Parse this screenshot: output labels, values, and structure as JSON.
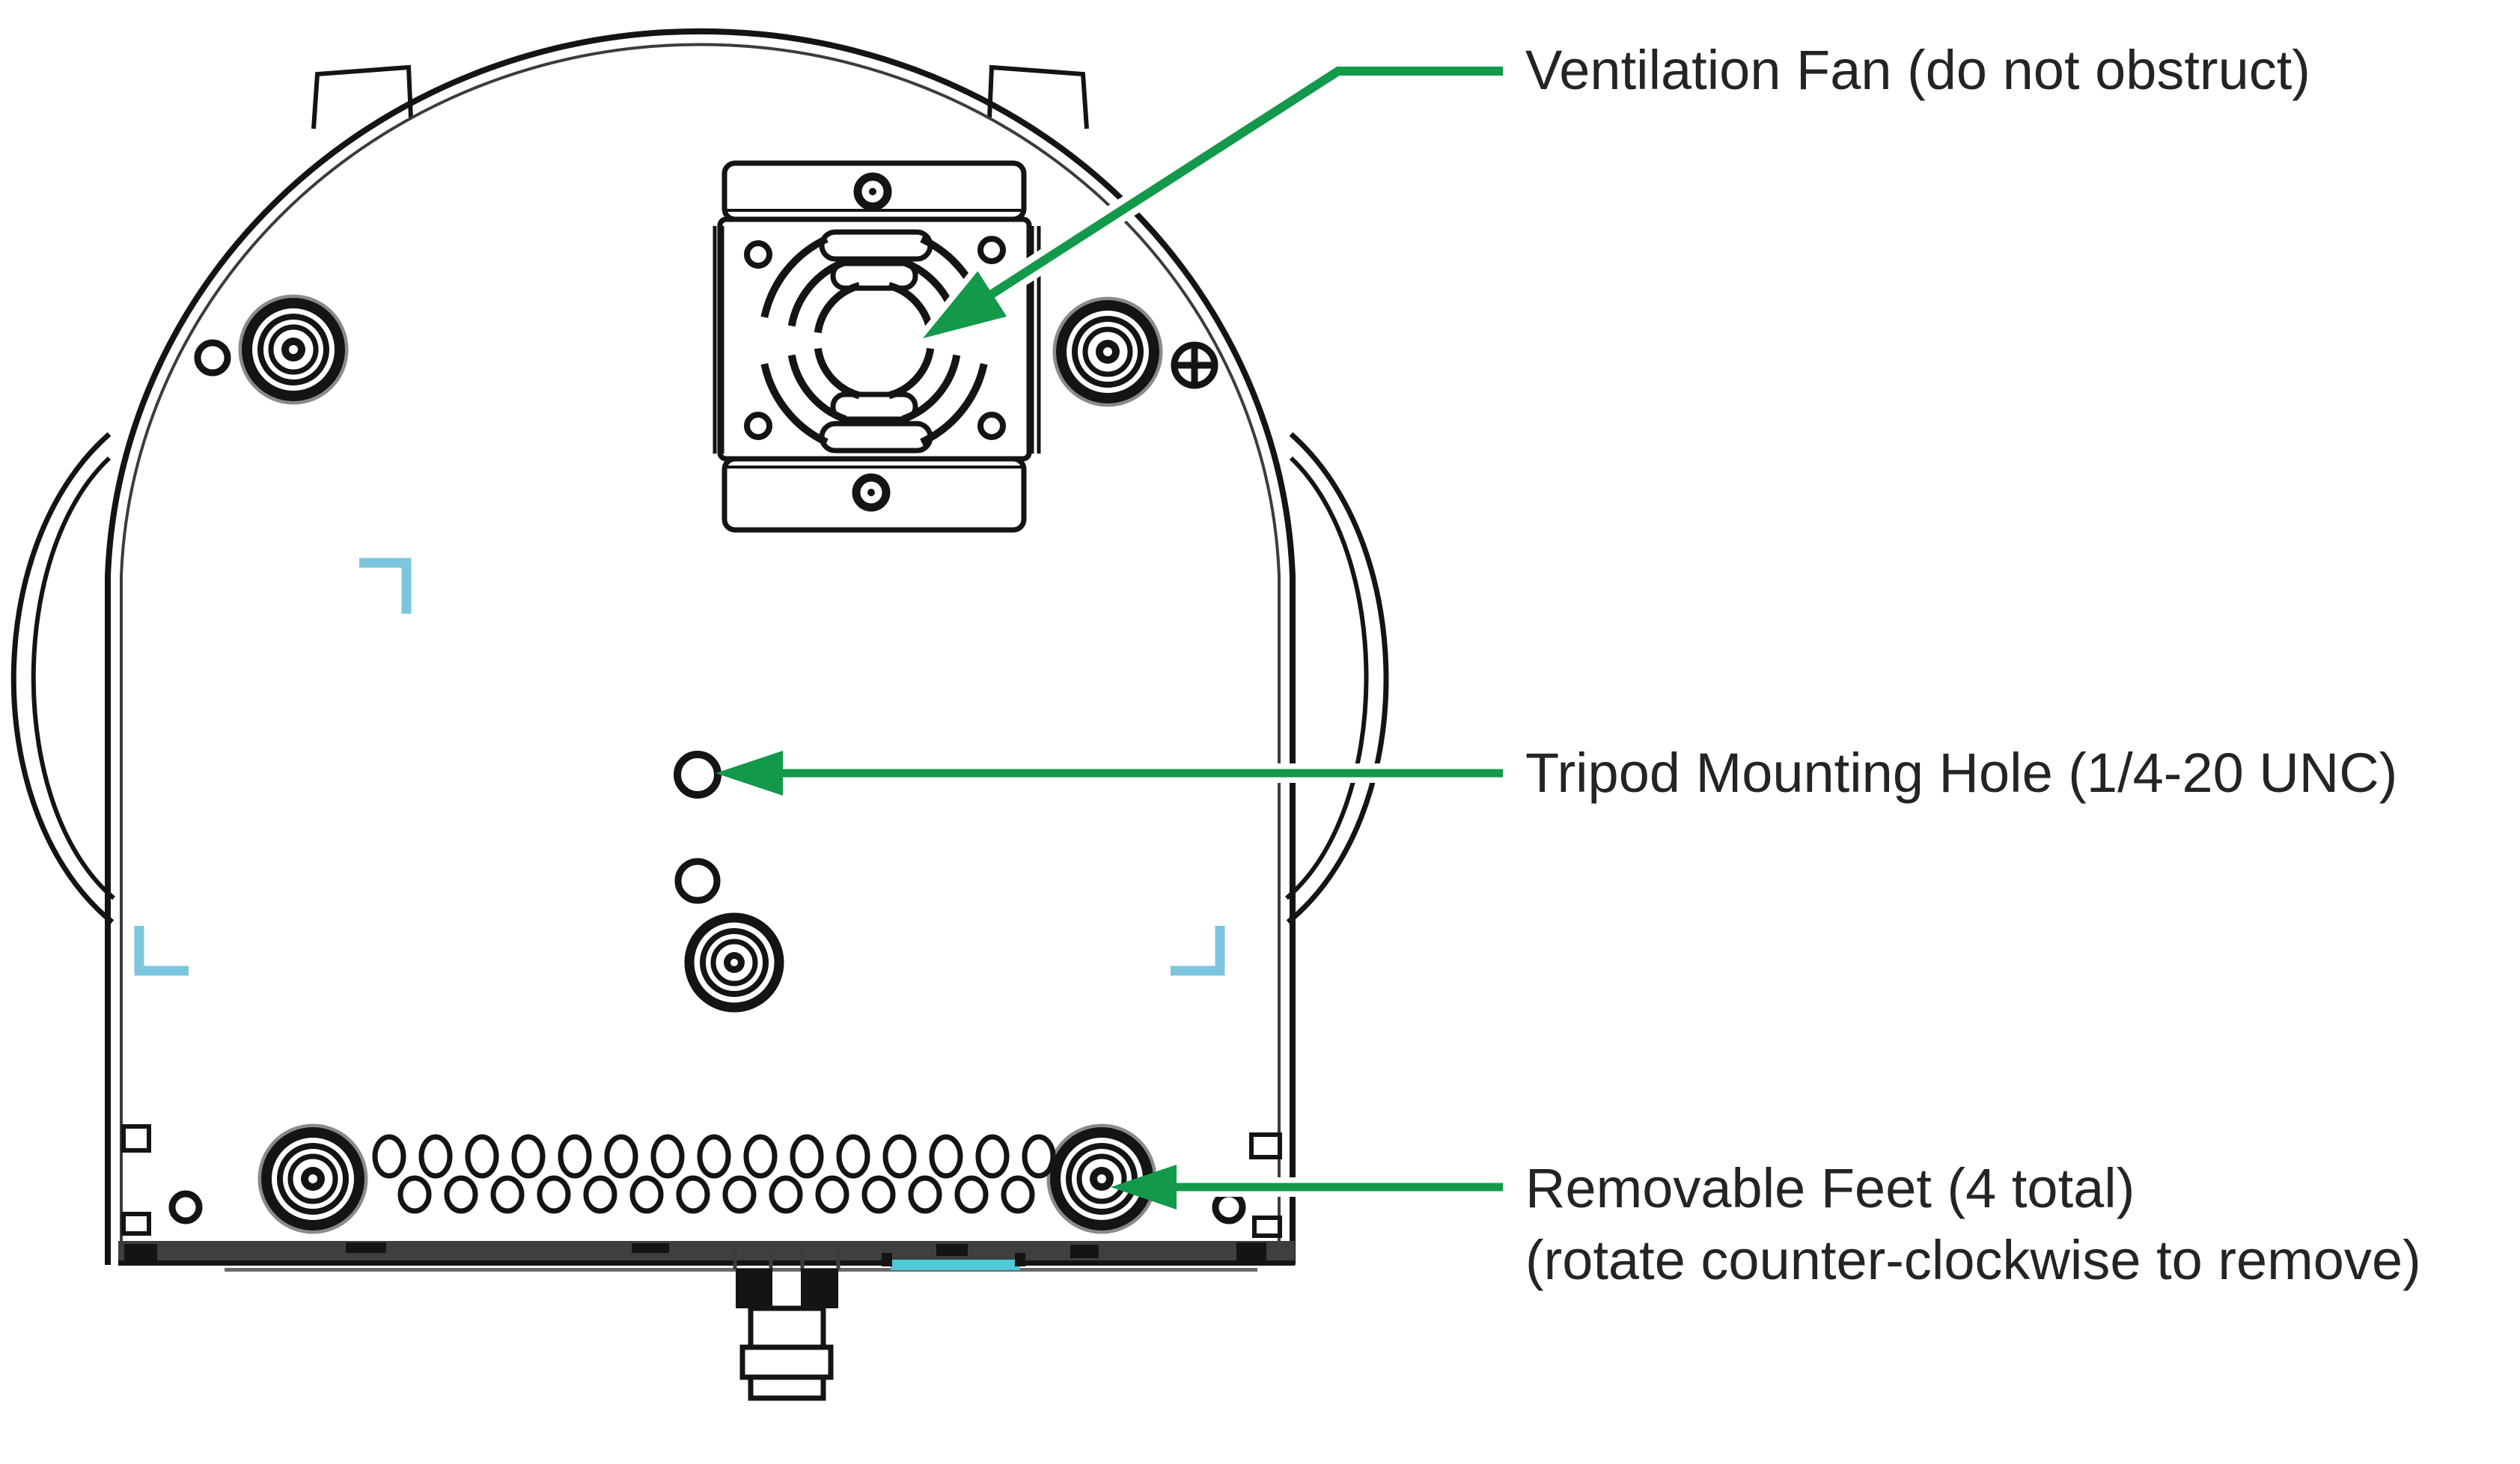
{
  "diagram": {
    "type": "technical-illustration",
    "subject": "PTZ camera bottom view",
    "labels": {
      "fan": "Ventilation Fan (do not obstruct)",
      "tripod": "Tripod Mounting Hole (1/4-20 UNC)",
      "feet_line1": "Removable Feet (4 total)",
      "feet_line2": "(rotate counter-clockwise to remove)"
    },
    "colors": {
      "arrow_green": "#12994a",
      "guide_blue": "#7cc5de",
      "underline_teal": "#4ec9da",
      "ink": "#141414",
      "text": "#242424"
    }
  }
}
